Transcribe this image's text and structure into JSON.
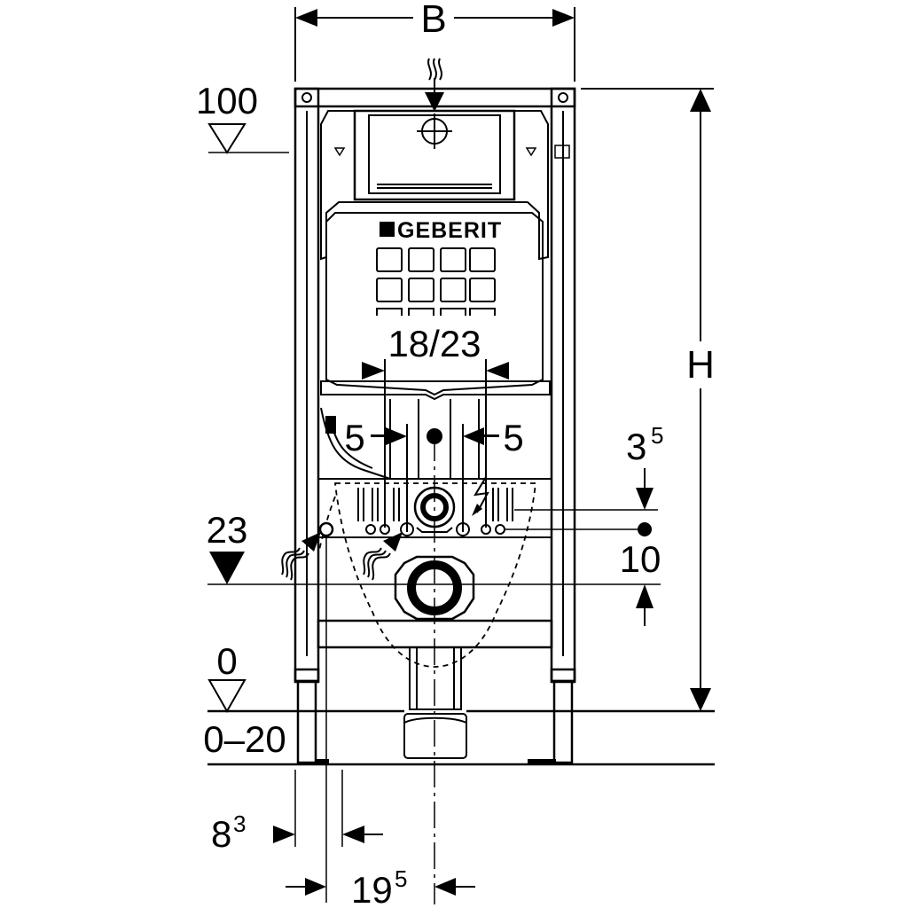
{
  "brand": {
    "logo_text": "GEBERIT"
  },
  "dimensions": {
    "width_label": "B",
    "height_label": "H",
    "top_level_label": "100",
    "level_23_label": "23",
    "floor_level_label": "0",
    "floor_range_label": "0–20",
    "connection_spacing_label": "18/23",
    "offset_left_label": "5",
    "offset_right_label": "5",
    "upper_offset_base": "3",
    "upper_offset_sup": "5",
    "lower_offset_label": "10",
    "leg_offset_base": "8",
    "leg_offset_sup": "3",
    "drain_offset_base": "19",
    "drain_offset_sup": "5"
  },
  "icons": {
    "water_supply": "wavy-arrow-icon",
    "power_supply": "lightning-icon",
    "level_marker": "triangle-level-icon"
  }
}
